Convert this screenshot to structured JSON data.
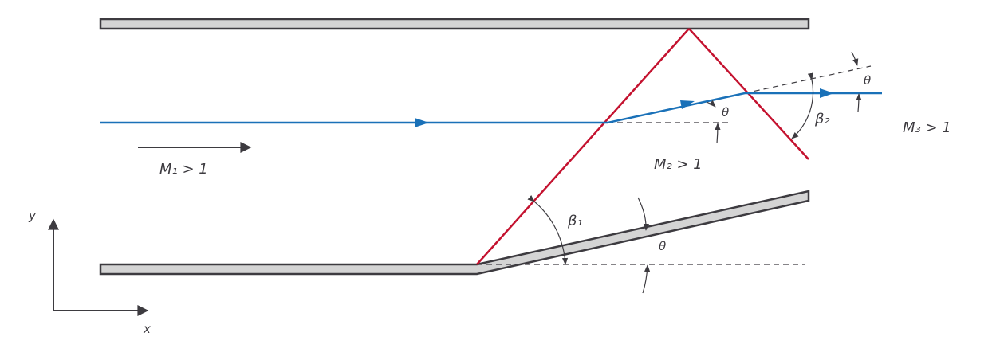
{
  "labels": {
    "m1": "M₁ > 1",
    "m2": "M₂ > 1",
    "m3": "M₃ > 1",
    "beta1": "β₁",
    "beta2": "β₂",
    "theta": "θ",
    "x_axis": "x",
    "y_axis": "y"
  },
  "colors": {
    "wall_fill": "#d4d4d4",
    "wall_stroke": "#3d3b40",
    "shock": "#c4122f",
    "streamline": "#1a71b8",
    "annotation": "#3d3b40"
  }
}
